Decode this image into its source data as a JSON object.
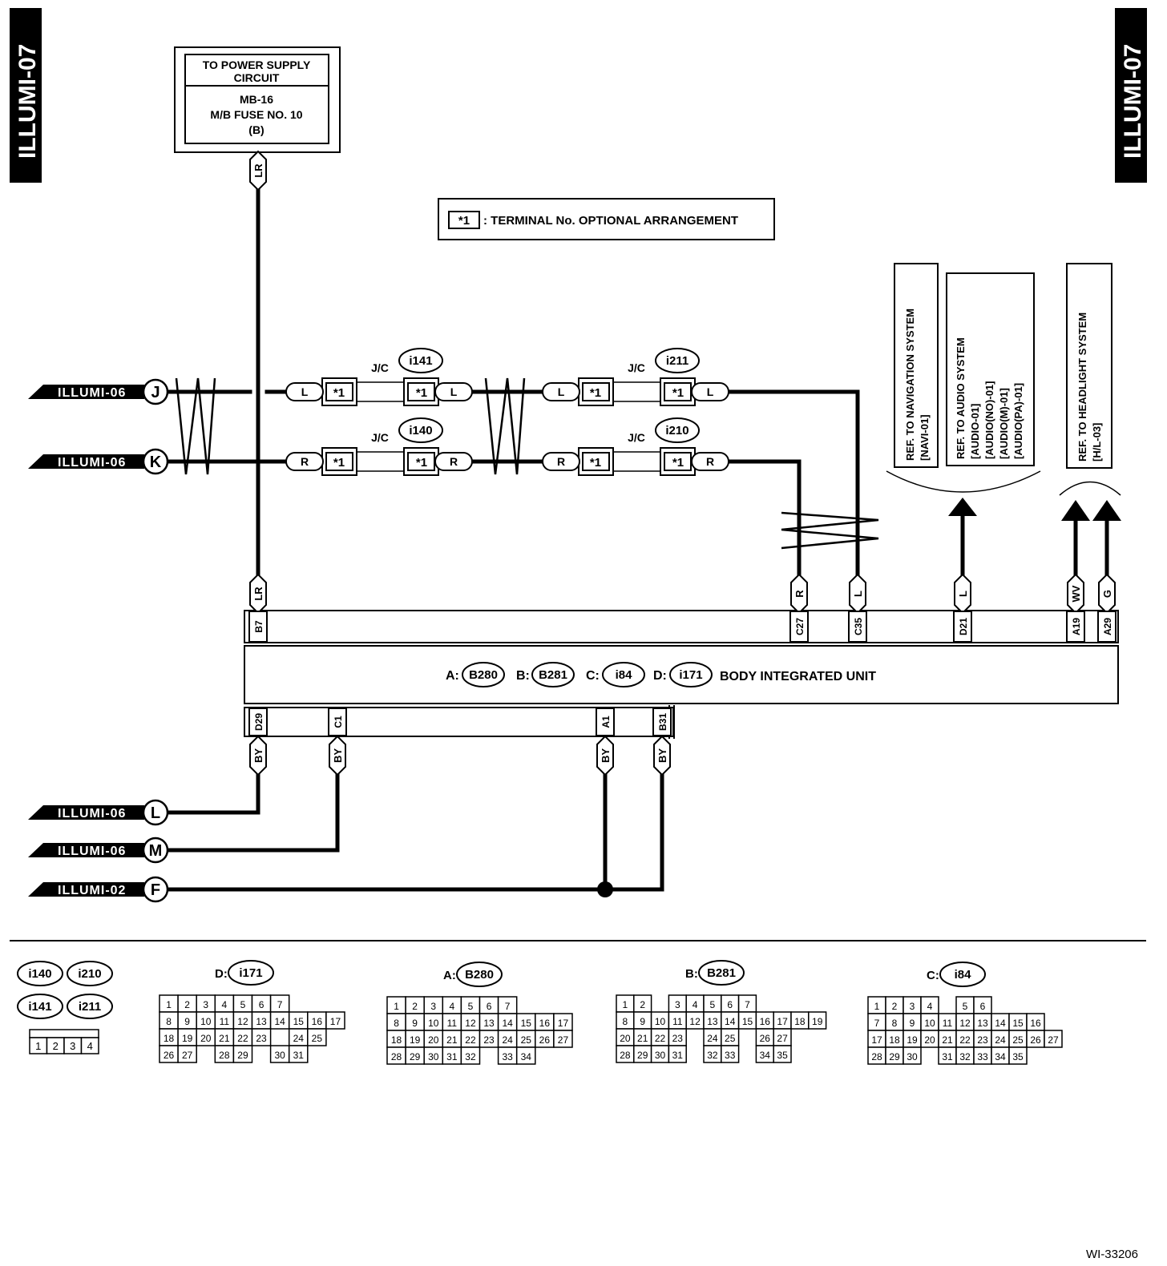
{
  "page": {
    "code": "ILLUMI-07",
    "figure_id": "WI-33206"
  },
  "power_box": {
    "title_line1": "TO POWER SUPPLY",
    "title_line2": "CIRCUIT",
    "line1": "MB-16",
    "line2": "M/B FUSE NO. 10",
    "line3": "(B)"
  },
  "legend": {
    "symbol": "*1",
    "text": ": TERMINAL No. OPTIONAL ARRANGEMENT"
  },
  "refs": {
    "navigation": [
      "REF. TO NAVIGATION SYSTEM",
      "[NAVI-01]"
    ],
    "audio": [
      "REF. TO AUDIO SYSTEM",
      "[AUDIO-01]",
      "[AUDIO(NO)-01]",
      "[AUDIO(M)-01]",
      "[AUDIO(PA)-01]"
    ],
    "headlight": [
      "REF. TO HEADLIGHT SYSTEM",
      "[H/L-03]"
    ]
  },
  "offpage": [
    {
      "label": "ILLUMI-06",
      "letter": "J"
    },
    {
      "label": "ILLUMI-06",
      "letter": "K"
    },
    {
      "label": "ILLUMI-06",
      "letter": "L"
    },
    {
      "label": "ILLUMI-06",
      "letter": "M"
    },
    {
      "label": "ILLUMI-02",
      "letter": "F"
    }
  ],
  "joint_connectors": [
    {
      "jc_label": "J/C",
      "id": "i141",
      "wire": "L",
      "pin": "*1"
    },
    {
      "jc_label": "J/C",
      "id": "i211",
      "wire": "L",
      "pin": "*1"
    },
    {
      "jc_label": "J/C",
      "id": "i140",
      "wire": "R",
      "pin": "*1"
    },
    {
      "jc_label": "J/C",
      "id": "i210",
      "wire": "R",
      "pin": "*1"
    }
  ],
  "wires": {
    "power": "LR",
    "ground": "BY",
    "tail_l": "L",
    "tail_r": "R",
    "audio": "L",
    "hl1": "WV",
    "hl2": "G"
  },
  "unit": {
    "name": "BODY INTEGRATED UNIT",
    "connectors": [
      {
        "letter": "A:",
        "id": "B280"
      },
      {
        "letter": "B:",
        "id": "B281"
      },
      {
        "letter": "C:",
        "id": "i84"
      },
      {
        "letter": "D:",
        "id": "i171"
      }
    ],
    "top_terminals": [
      "B7",
      "C27",
      "C35",
      "D21",
      "A19",
      "A29"
    ],
    "bottom_terminals": [
      "D29",
      "C1",
      "A1",
      "B31"
    ]
  },
  "connector_faces": {
    "small_ids": [
      "i140",
      "i210",
      "i141",
      "i211"
    ],
    "small_pins": [
      "1",
      "2",
      "3",
      "4"
    ],
    "d_i171": {
      "letter": "D:",
      "id": "i171",
      "rows": [
        [
          "1",
          "2",
          "3",
          "4",
          "5",
          "6",
          "7"
        ],
        [
          "8",
          "9",
          "10",
          "11",
          "12",
          "13",
          "14",
          "15",
          "16",
          "17"
        ],
        [
          "18",
          "19",
          "20",
          "21",
          "22",
          "23",
          "",
          "24",
          "25"
        ],
        [
          "26",
          "27",
          "",
          "28",
          "29",
          "",
          "30",
          "31"
        ]
      ]
    },
    "a_b280": {
      "letter": "A:",
      "id": "B280",
      "rows": [
        [
          "1",
          "2",
          "3",
          "4",
          "5",
          "6",
          "7"
        ],
        [
          "8",
          "9",
          "10",
          "11",
          "12",
          "13",
          "14",
          "15",
          "16",
          "17"
        ],
        [
          "18",
          "19",
          "20",
          "21",
          "22",
          "23",
          "24",
          "25",
          "26",
          "27"
        ],
        [
          "28",
          "29",
          "30",
          "31",
          "32",
          "",
          "33",
          "34"
        ]
      ]
    },
    "b_b281": {
      "letter": "B:",
      "id": "B281",
      "rows": [
        [
          "1",
          "2",
          "",
          "3",
          "4",
          "5",
          "6",
          "7"
        ],
        [
          "8",
          "9",
          "10",
          "11",
          "12",
          "13",
          "14",
          "15",
          "16",
          "17",
          "18",
          "19"
        ],
        [
          "20",
          "21",
          "22",
          "23",
          "",
          "24",
          "25",
          "",
          "26",
          "27"
        ],
        [
          "28",
          "29",
          "30",
          "31",
          "",
          "32",
          "33",
          "",
          "34",
          "35"
        ]
      ]
    },
    "c_i84": {
      "letter": "C:",
      "id": "i84",
      "rows": [
        [
          "1",
          "2",
          "3",
          "4",
          "",
          "5",
          "6"
        ],
        [
          "7",
          "8",
          "9",
          "10",
          "11",
          "12",
          "13",
          "14",
          "15",
          "16"
        ],
        [
          "17",
          "18",
          "19",
          "20",
          "21",
          "22",
          "23",
          "24",
          "25",
          "26",
          "27"
        ],
        [
          "28",
          "29",
          "30",
          "",
          "31",
          "32",
          "33",
          "34",
          "35"
        ]
      ]
    }
  }
}
